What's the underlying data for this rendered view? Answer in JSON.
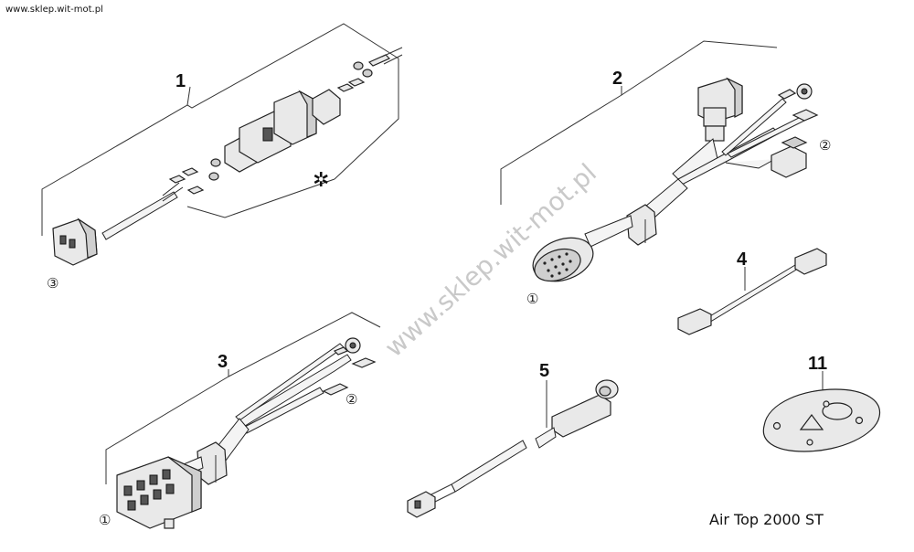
{
  "header": {
    "site_url": "www.sklep.wit-mot.pl"
  },
  "watermark": {
    "text": "www.sklep.wit-mot.pl"
  },
  "footer": {
    "model": "Air Top 2000 ST"
  },
  "parts": [
    {
      "number": "1"
    },
    {
      "number": "2"
    },
    {
      "number": "3"
    },
    {
      "number": "4"
    },
    {
      "number": "5"
    },
    {
      "number": "11"
    }
  ],
  "callouts": [
    {
      "symbol": "③"
    },
    {
      "symbol": "②"
    },
    {
      "symbol": "①"
    },
    {
      "symbol": "②"
    },
    {
      "symbol": "①"
    }
  ],
  "note_marker": {
    "symbol": "✲"
  }
}
